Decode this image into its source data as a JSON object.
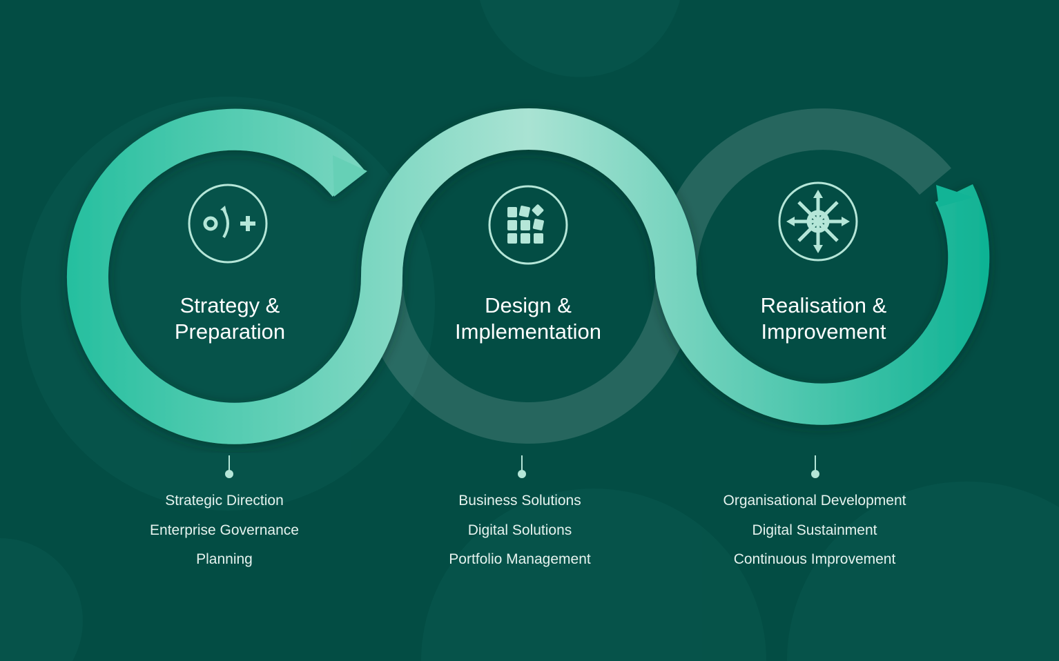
{
  "colors": {
    "background": "#034d44",
    "ring_start": "#26bf9f",
    "ring_mid": "#a9e3d3",
    "ring_end": "#0fb394",
    "icon": "#b5e6d8"
  },
  "stages": [
    {
      "title_line1": "Strategy &",
      "title_line2": "Preparation",
      "icon": "strategy-icon",
      "items": [
        "Strategic Direction",
        "Enterprise Governance",
        "Planning"
      ]
    },
    {
      "title_line1": "Design &",
      "title_line2": "Implementation",
      "icon": "blocks-grid-icon",
      "items": [
        "Business Solutions",
        "Digital Solutions",
        "Portfolio Management"
      ]
    },
    {
      "title_line1": "Realisation &",
      "title_line2": "Improvement",
      "icon": "expand-arrows-icon",
      "items": [
        "Organisational Development",
        "Digital Sustainment",
        "Continuous Improvement"
      ]
    }
  ]
}
